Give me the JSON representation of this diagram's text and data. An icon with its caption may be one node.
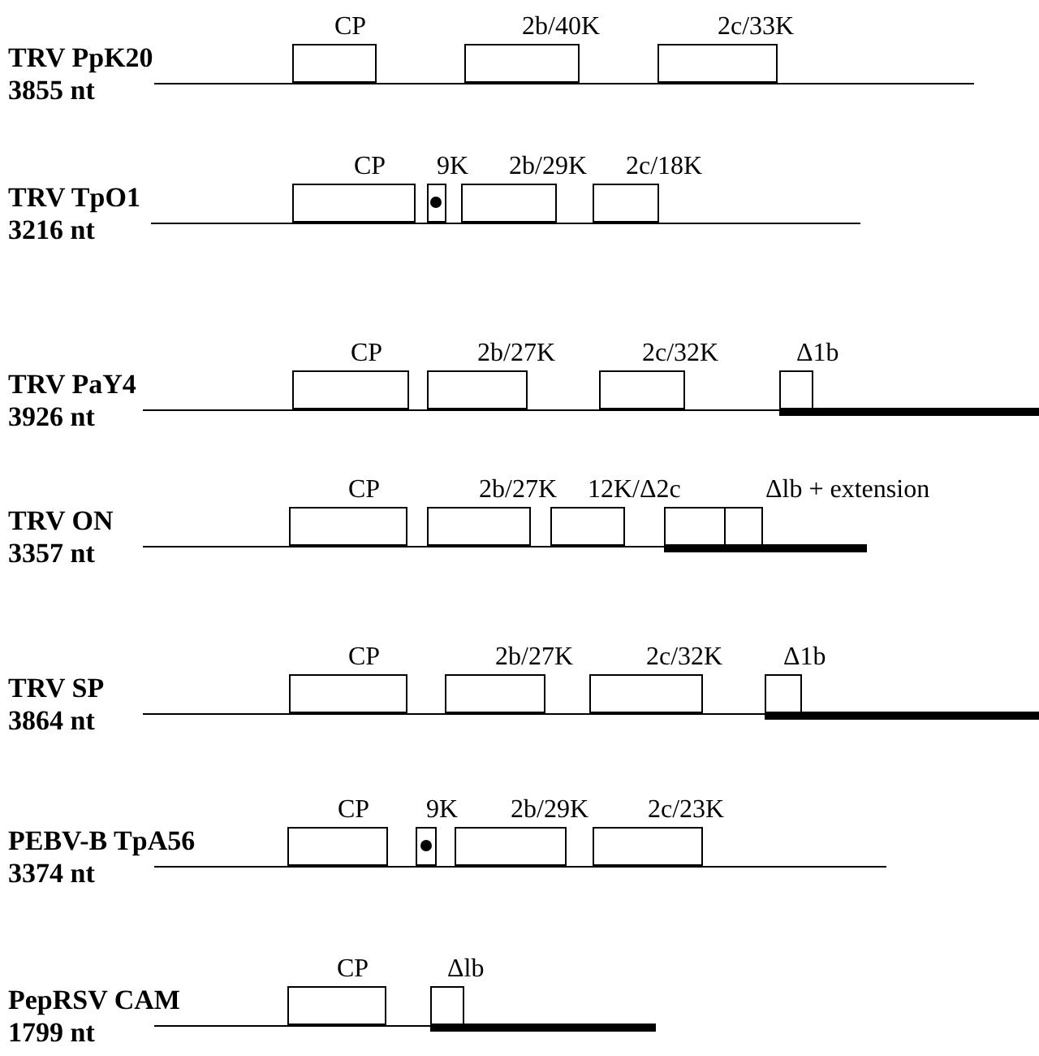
{
  "diagram": {
    "nodes": [
      {
        "text": [
          "CP"
        ]
      },
      {
        "text": [
          "2b/40K"
        ]
      },
      {
        "text": [
          "2c/33K"
        ]
      },
      {
        "text": [
          "CP"
        ]
      },
      {
        "text": [
          "9K"
        ]
      },
      {
        "text": [
          "2b/29K"
        ]
      },
      {
        "text": [
          "2c/18K"
        ]
      },
      {
        "text": [
          "CP"
        ]
      },
      {
        "text": [
          "2b/27K"
        ]
      },
      {
        "text": [
          "2c/32K"
        ]
      },
      {
        "text": [
          "Δ1b"
        ]
      },
      {
        "text": [
          "CP"
        ]
      },
      {
        "text": [
          "2b/27K"
        ]
      },
      {
        "text": [
          "12K/Δ2c"
        ]
      },
      {
        "text": [
          "Δlb + extension"
        ]
      },
      {
        "text": [
          "CP"
        ]
      },
      {
        "text": [
          "2b/27K"
        ]
      },
      {
        "text": [
          "2c/32K"
        ]
      },
      {
        "text": [
          "Δ1b"
        ]
      },
      {
        "text": [
          "CP"
        ]
      },
      {
        "text": [
          "9K"
        ]
      },
      {
        "text": [
          "2b/29K"
        ]
      },
      {
        "text": [
          "2c/23K"
        ]
      },
      {
        "text": [
          "CP"
        ]
      },
      {
        "text": [
          "Δlb"
        ]
      }
    ],
    "labels": [
      "TRV PpK20",
      "3855 nt",
      "TRV TpO1",
      "3216 nt",
      "TRV PaY4",
      "3926 nt",
      "TRV ON",
      "3357 nt",
      "TRV SP",
      "3864 nt",
      "PEBV-B TpA56",
      "3374 nt",
      "PepRSV CAM",
      "1799 nt"
    ]
  }
}
